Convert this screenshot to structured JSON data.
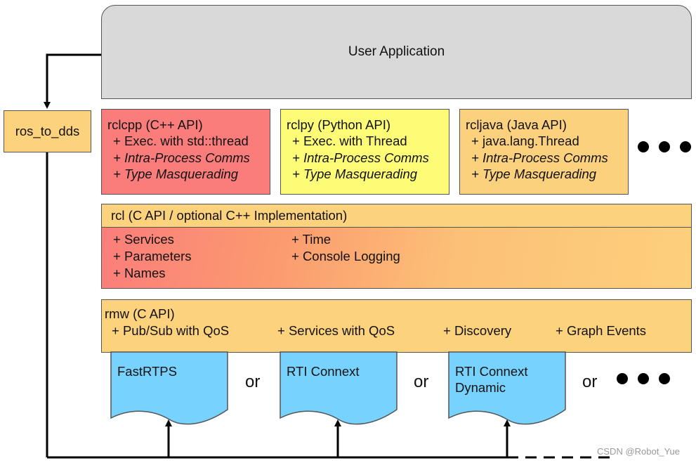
{
  "user_app": {
    "label": "User Application"
  },
  "ros_to_dds": {
    "label": "ros_to_dds"
  },
  "clients": [
    {
      "title": "rclcpp (C++ API)",
      "line1": "+ Exec. with std::thread",
      "line2": "+ Intra-Process Comms",
      "line3": "+ Type Masquerading"
    },
    {
      "title": "rclpy (Python API)",
      "line1": "+ Exec. with Thread",
      "line2": "+ Intra-Process Comms",
      "line3": "+ Type Masquerading"
    },
    {
      "title": "rcljava (Java API)",
      "line1": "+ java.lang.Thread",
      "line2": "+ Intra-Process Comms",
      "line3": "+ Type Masquerading"
    }
  ],
  "rcl": {
    "title": "rcl (C API / optional C++ Implementation)",
    "items_left": [
      "+ Services",
      "+ Parameters",
      "+ Names"
    ],
    "items_right": [
      "+ Time",
      "+ Console Logging"
    ]
  },
  "rmw": {
    "title": "rmw (C API)",
    "items": [
      "+ Pub/Sub with QoS",
      "+ Services with QoS",
      "+ Discovery",
      "+ Graph Events"
    ]
  },
  "implementations": [
    {
      "line1": "FastRTPS",
      "line2": ""
    },
    {
      "line1": "RTI Connext",
      "line2": ""
    },
    {
      "line1": "RTI Connext",
      "line2": "Dynamic"
    }
  ],
  "or_word": "or",
  "watermark": "CSDN @Robot_Yue",
  "colors": {
    "user_app": "#d9d9d9",
    "rclcpp": "#fb7d7b",
    "rclpy": "#fefc76",
    "rcljava": "#fbd17e",
    "rcl_rmw": "#fcd27c",
    "implementations": "#77d3fd"
  }
}
